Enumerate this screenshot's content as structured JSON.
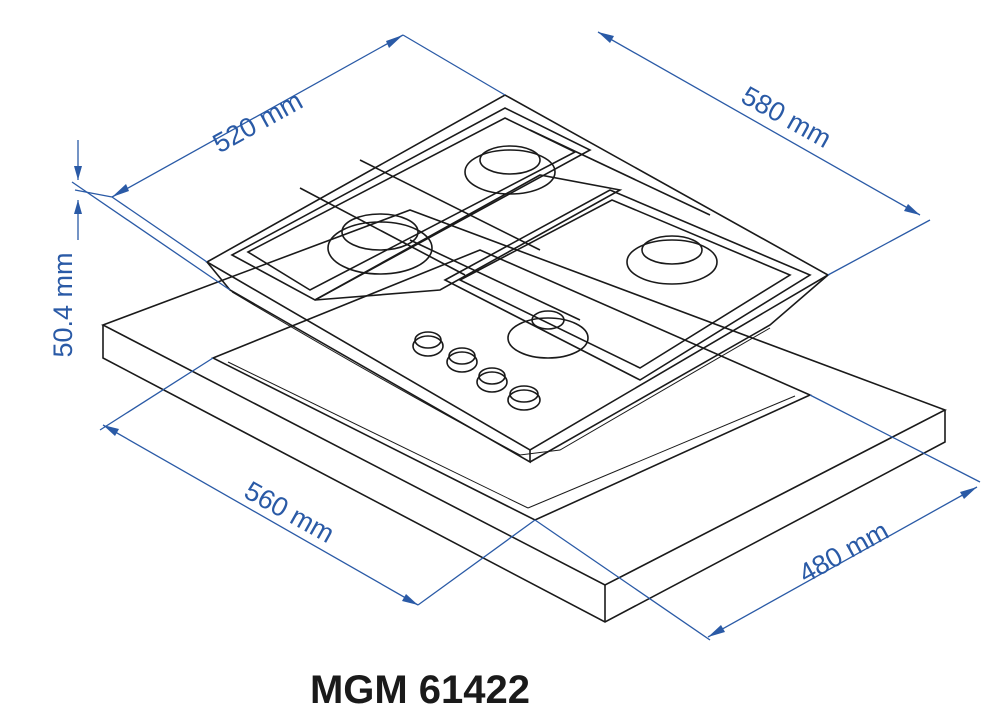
{
  "model": "MGM 61422",
  "dimensions": {
    "hob_depth": "520 mm",
    "hob_width": "580 mm",
    "hob_height": "50.4 mm",
    "cutout_width": "560 mm",
    "cutout_depth": "480 mm"
  },
  "colors": {
    "dimension": "#2a5aa6",
    "outline": "#1a1a1a"
  }
}
